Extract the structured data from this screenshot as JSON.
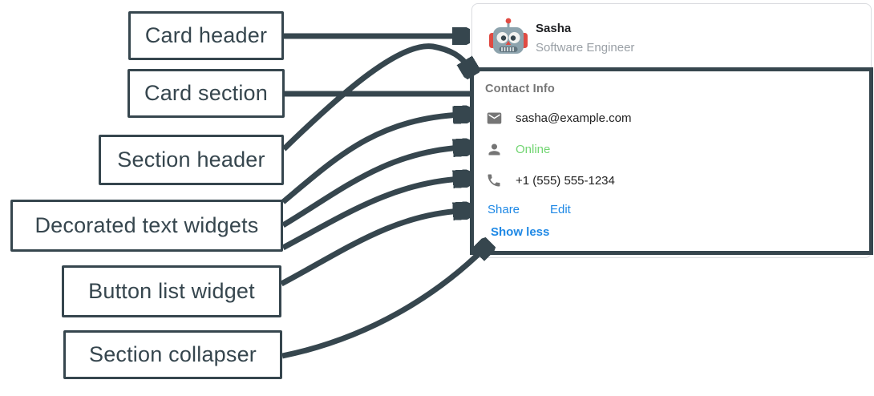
{
  "diagram": {
    "labels": [
      {
        "id": "card-header",
        "text": "Card header"
      },
      {
        "id": "card-section",
        "text": "Card section"
      },
      {
        "id": "section-header",
        "text": "Section header"
      },
      {
        "id": "decorated-text-widgets",
        "text": "Decorated text widgets"
      },
      {
        "id": "button-list-widget",
        "text": "Button list widget"
      },
      {
        "id": "section-collapser",
        "text": "Section collapser"
      }
    ],
    "arrow_color": "#36464e"
  },
  "card": {
    "header": {
      "name": "Sasha",
      "subtitle": "Software Engineer",
      "avatar": "robot-avatar"
    },
    "section": {
      "title": "Contact Info",
      "rows": [
        {
          "icon": "email-icon",
          "text": "sasha@example.com"
        },
        {
          "icon": "person-icon",
          "text": "Online",
          "status_color": "#72d572"
        },
        {
          "icon": "phone-icon",
          "text": "+1 (555) 555-1234"
        }
      ],
      "buttons": [
        {
          "label": "Share"
        },
        {
          "label": "Edit"
        }
      ],
      "collapser_label": "Show less"
    }
  },
  "colors": {
    "annotation_slate": "#36464e",
    "card_border": "#dadce0",
    "section_border": "#36464e",
    "title_gray": "#757575",
    "subtitle_gray": "#9aa0a6",
    "body_text": "#212121",
    "link_blue": "#1e88e5",
    "online_green": "#72d572"
  }
}
